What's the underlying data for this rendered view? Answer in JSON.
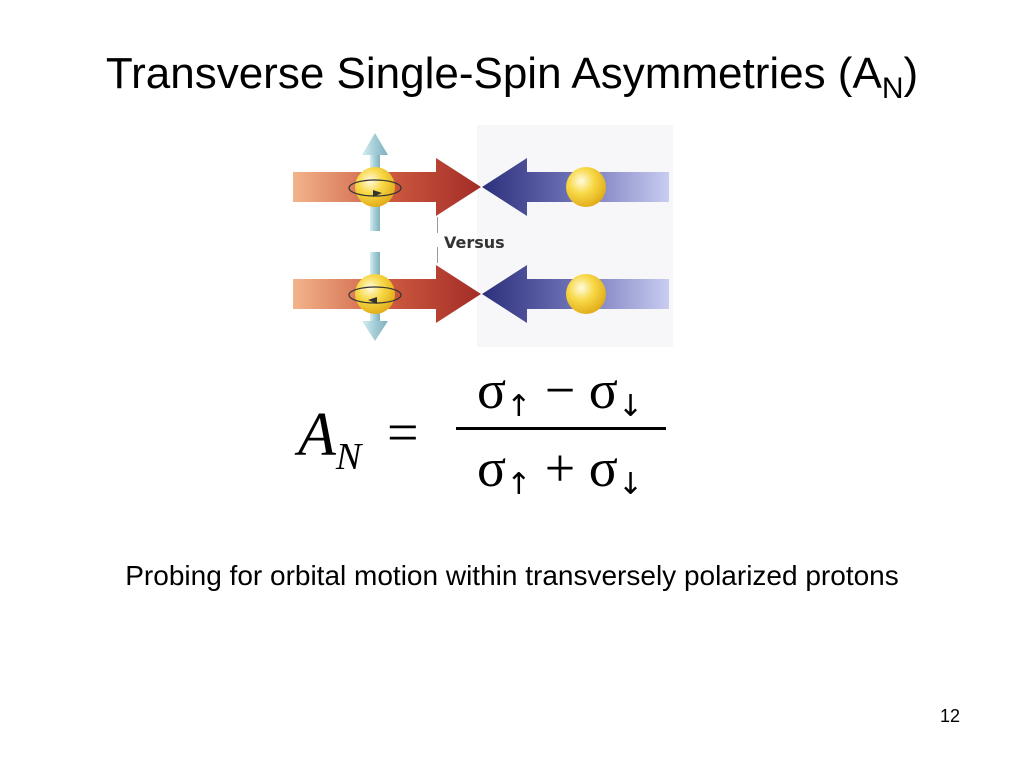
{
  "slide": {
    "title": "Transverse Single-Spin Asymmetries (A",
    "title_subscript": "N",
    "title_close": ")",
    "figure": {
      "label": "Versus",
      "colors": {
        "left_beam": "#b83a2e",
        "right_beam": "#3c3f8c",
        "proton": "#f5cf2e",
        "spin_arrow": "#a8d2dc"
      }
    },
    "formula": {
      "lhs": "A",
      "lhs_subscript": "N",
      "equals": "=",
      "numerator": {
        "left": "σ",
        "left_arrow": "↑",
        "operator": "−",
        "right": "σ",
        "right_arrow": "↓"
      },
      "denominator": {
        "left": "σ",
        "left_arrow": "↑",
        "operator": "+",
        "right": "σ",
        "right_arrow": "↓"
      }
    },
    "caption": "Probing for orbital motion within transversely polarized protons",
    "page_number": "12"
  }
}
